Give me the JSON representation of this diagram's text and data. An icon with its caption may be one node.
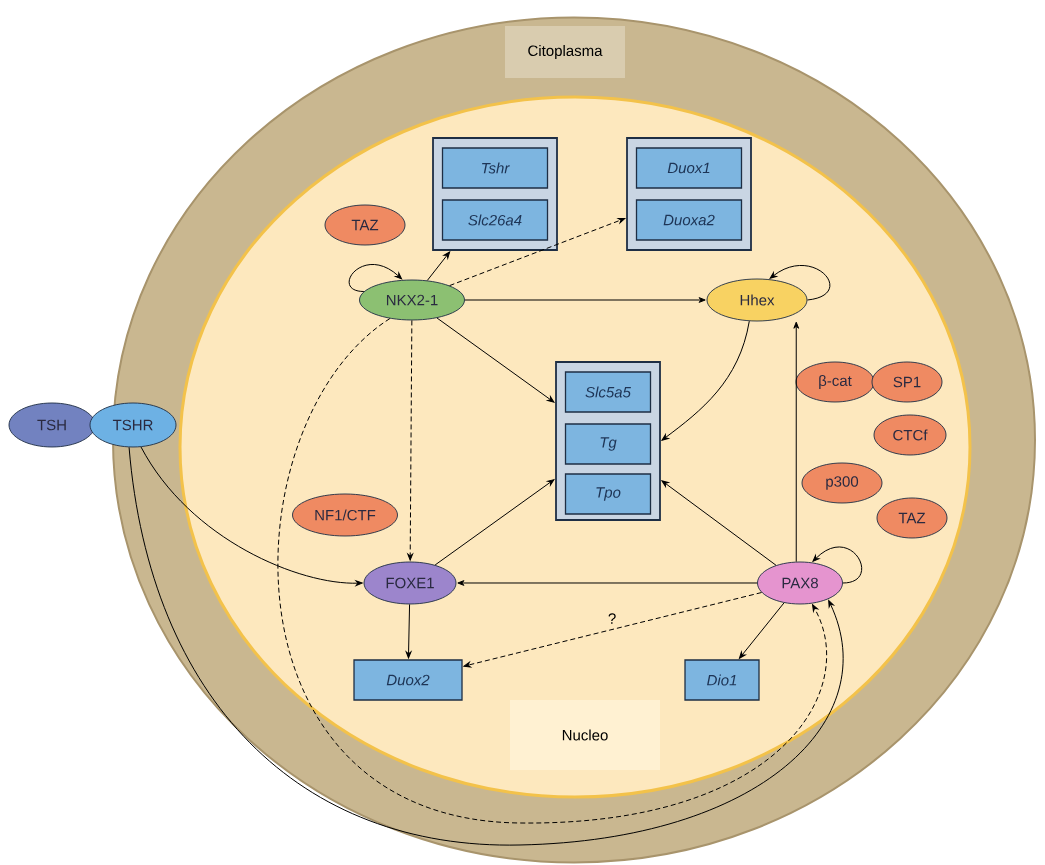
{
  "diagram": {
    "nodes": [
      {
        "text": [
          "Citoplasma"
        ]
      },
      {
        "text": [
          "Nucleo"
        ],
        "in": 0
      },
      {
        "text": [],
        "shape": "box",
        "in": 1
      },
      {
        "text": [
          "Tshr"
        ],
        "in": 2
      },
      {
        "text": [
          "Slc26a4"
        ],
        "in": 2
      },
      {
        "text": [],
        "shape": "box",
        "in": 1
      },
      {
        "text": [
          "Duox1"
        ],
        "in": 5
      },
      {
        "text": [
          "Duoxa2"
        ],
        "in": 5
      },
      {
        "text": [
          "TAZ"
        ],
        "in": 1
      },
      {
        "text": [
          "NKX2-1"
        ],
        "in": 1
      },
      {
        "text": [
          "Hhex"
        ],
        "in": 1
      },
      {
        "text": [],
        "shape": "box",
        "in": 1
      },
      {
        "text": [
          "Slc5a5"
        ],
        "in": 11
      },
      {
        "text": [
          "Tg"
        ],
        "in": 11
      },
      {
        "text": [
          "Tpo"
        ],
        "in": 11
      },
      {
        "text": [
          "β-cat"
        ],
        "in": 1
      },
      {
        "text": [
          "SP1"
        ],
        "in": 1
      },
      {
        "text": [
          "CTCf"
        ],
        "in": 1
      },
      {
        "text": [
          "p300"
        ],
        "in": 1
      },
      {
        "text": [
          "TAZ"
        ],
        "in": 1
      },
      {
        "text": [
          "TSH"
        ]
      },
      {
        "text": [
          "TSHR"
        ]
      },
      {
        "text": [
          "NF1/CTF"
        ],
        "in": 1
      },
      {
        "text": [
          "FOXE1"
        ],
        "in": 1
      },
      {
        "text": [
          "PAX8"
        ],
        "in": 1
      },
      {
        "text": [
          "Duox2"
        ],
        "in": 1
      },
      {
        "text": [
          "Dio1"
        ],
        "in": 1
      }
    ],
    "edges": [
      {
        "from": 9,
        "to": 9,
        "arrow": "to"
      },
      {
        "from": 9,
        "to": 2,
        "arrow": "to"
      },
      {
        "from": 9,
        "to": 5,
        "arrow": "to",
        "style": "dashed"
      },
      {
        "from": 9,
        "to": 10,
        "arrow": "to"
      },
      {
        "from": 9,
        "to": 11,
        "arrow": "to"
      },
      {
        "from": 9,
        "to": 23,
        "arrow": "to",
        "style": "dashed"
      },
      {
        "from": 9,
        "to": 24,
        "arrow": "to",
        "style": "dashed"
      },
      {
        "from": 10,
        "to": 10,
        "arrow": "to"
      },
      {
        "from": 10,
        "to": 11,
        "arrow": "to"
      },
      {
        "from": 24,
        "to": 10,
        "arrow": "to"
      },
      {
        "from": 24,
        "to": 11,
        "arrow": "to"
      },
      {
        "from": 24,
        "to": 23,
        "arrow": "to"
      },
      {
        "from": 24,
        "to": 24,
        "arrow": "to"
      },
      {
        "from": 24,
        "to": 25,
        "arrow": "to",
        "style": "dashed",
        "label": "?"
      },
      {
        "from": 24,
        "to": 26,
        "arrow": "to"
      },
      {
        "from": 23,
        "to": 11,
        "arrow": "to"
      },
      {
        "from": 23,
        "to": 25,
        "arrow": "to"
      },
      {
        "from": 21,
        "to": 23,
        "arrow": "to"
      },
      {
        "from": 21,
        "to": 24,
        "arrow": "to"
      }
    ]
  }
}
